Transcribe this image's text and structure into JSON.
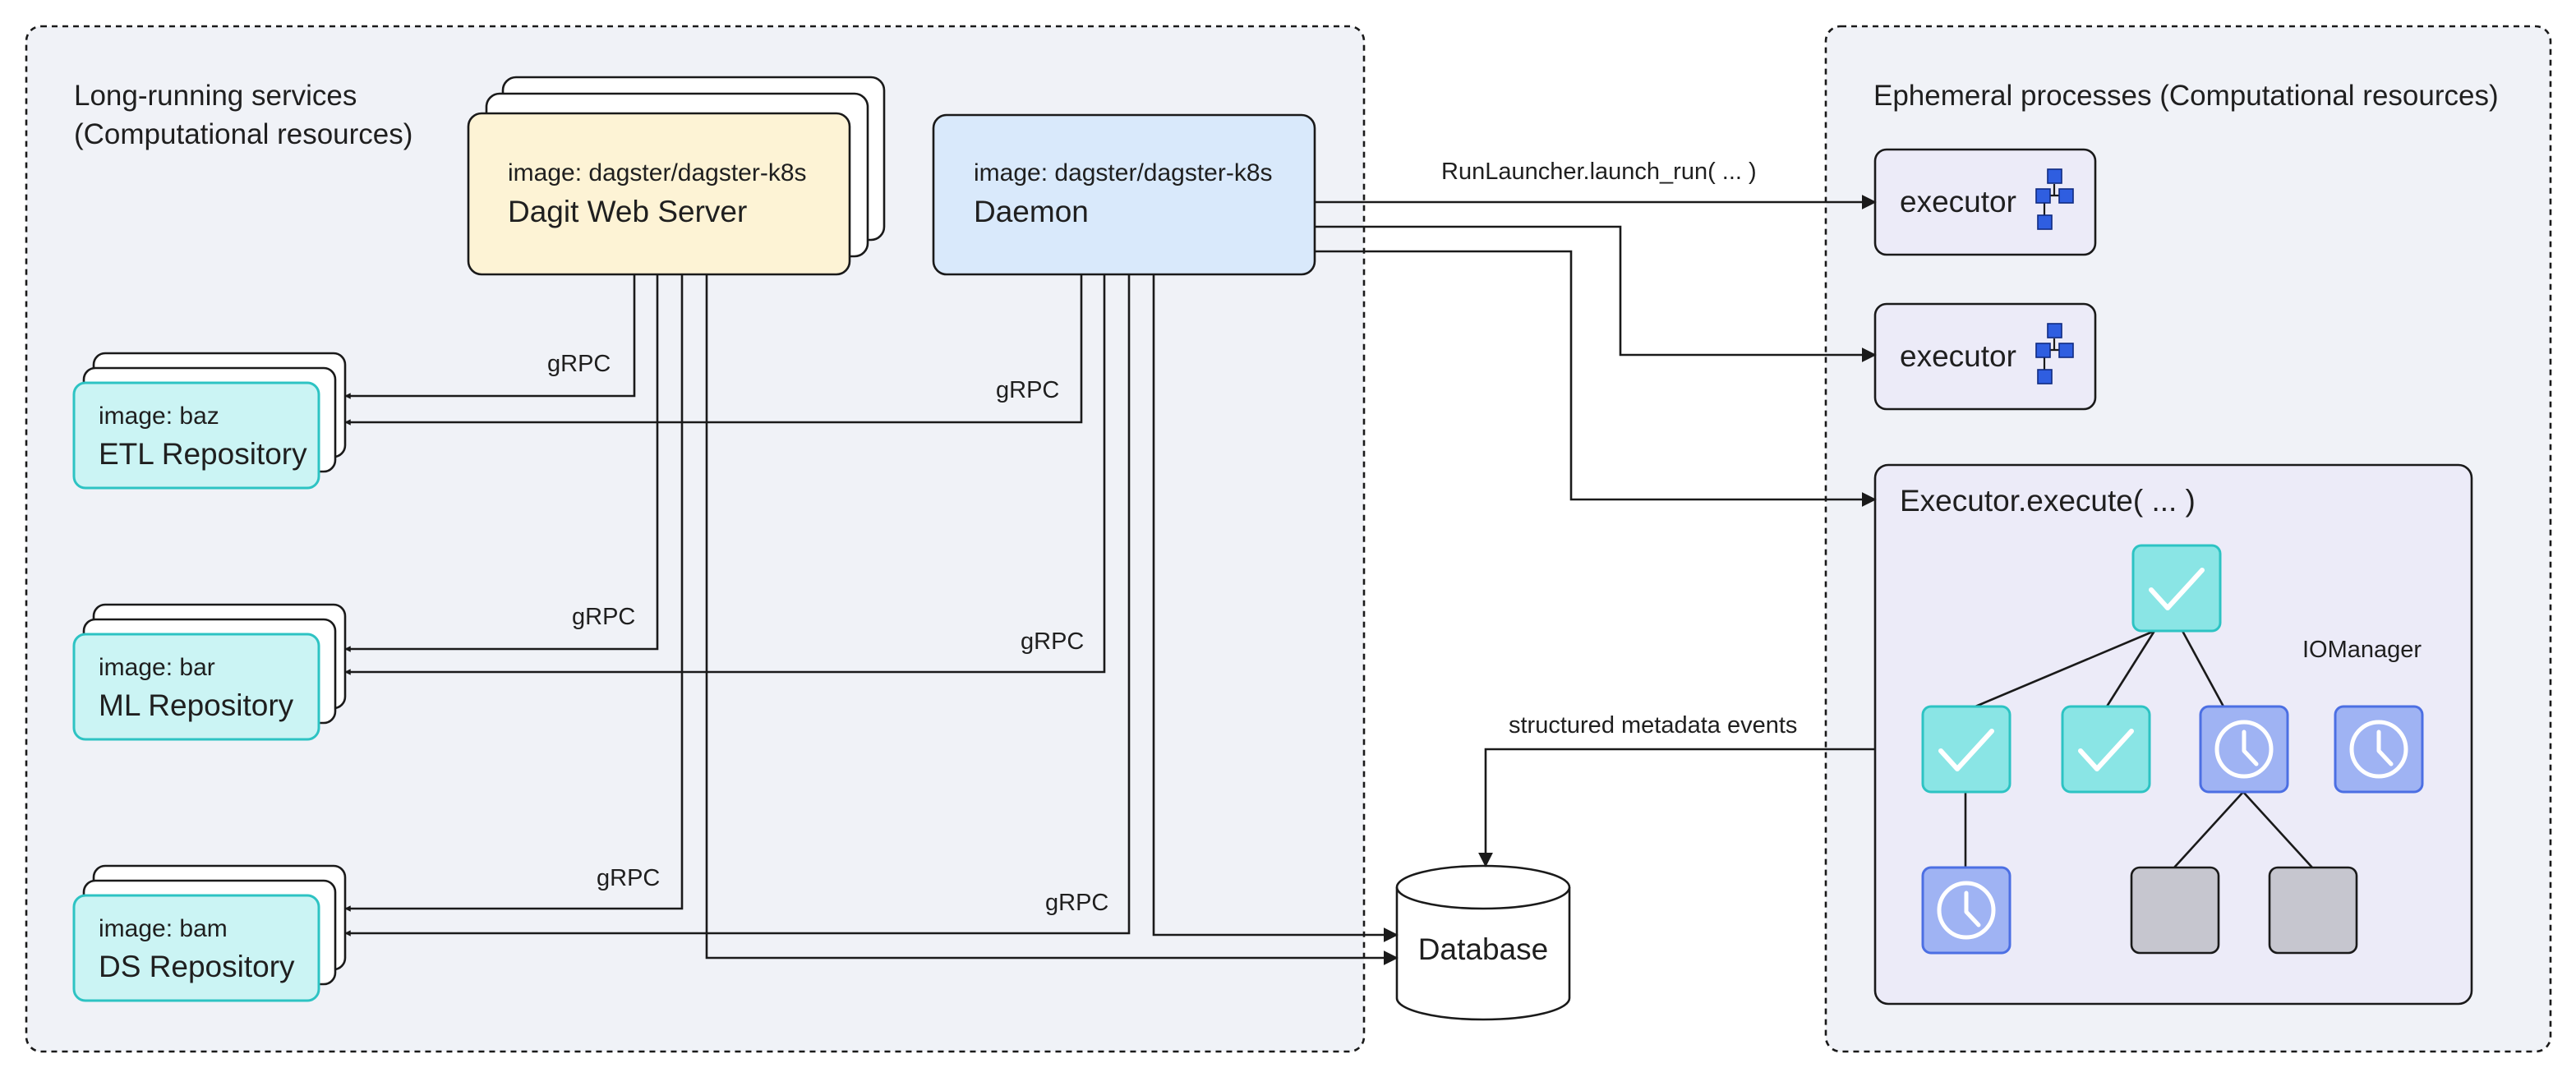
{
  "regions": {
    "long_running": {
      "line1": "Long-running services",
      "line2": "(Computational resources)"
    },
    "ephemeral": {
      "title": "Ephemeral processes (Computational resources)"
    }
  },
  "services": {
    "dagit": {
      "image": "image: dagster/dagster-k8s",
      "name": "Dagit Web Server"
    },
    "daemon": {
      "image": "image: dagster/dagster-k8s",
      "name": "Daemon"
    }
  },
  "repositories": [
    {
      "image": "image: baz",
      "name": "ETL Repository"
    },
    {
      "image": "image: bar",
      "name": "ML Repository"
    },
    {
      "image": "image: bam",
      "name": "DS Repository"
    }
  ],
  "edge_labels": {
    "grpc": "gRPC",
    "launch_run": "RunLauncher.launch_run( ... )",
    "metadata": "structured metadata events",
    "iomanager": "IOManager"
  },
  "executors": [
    {
      "label": "executor"
    },
    {
      "label": "executor"
    }
  ],
  "execute_box": {
    "title": "Executor.execute( ... )"
  },
  "database": {
    "label": "Database"
  },
  "steps": [
    {
      "status": "success"
    },
    {
      "status": "success"
    },
    {
      "status": "success"
    },
    {
      "status": "pending"
    },
    {
      "status": "pending"
    },
    {
      "status": "pending"
    },
    {
      "status": "not-started"
    },
    {
      "status": "not-started"
    }
  ],
  "colors": {
    "region_bg": "#f0f2f7",
    "dagit_fill": "#fdf3d5",
    "daemon_fill": "#d9e9fb",
    "repo_fill": "#cbf4f4",
    "repo_border": "#2dc3c3",
    "executor_fill": "#ecebf8",
    "success_fill": "#8ae5e5",
    "pending_fill": "#9fb3f3",
    "pending_border": "#4c6fe3",
    "notstarted_fill": "#c6c6cf",
    "dag_icon": "#2f5ee0"
  }
}
